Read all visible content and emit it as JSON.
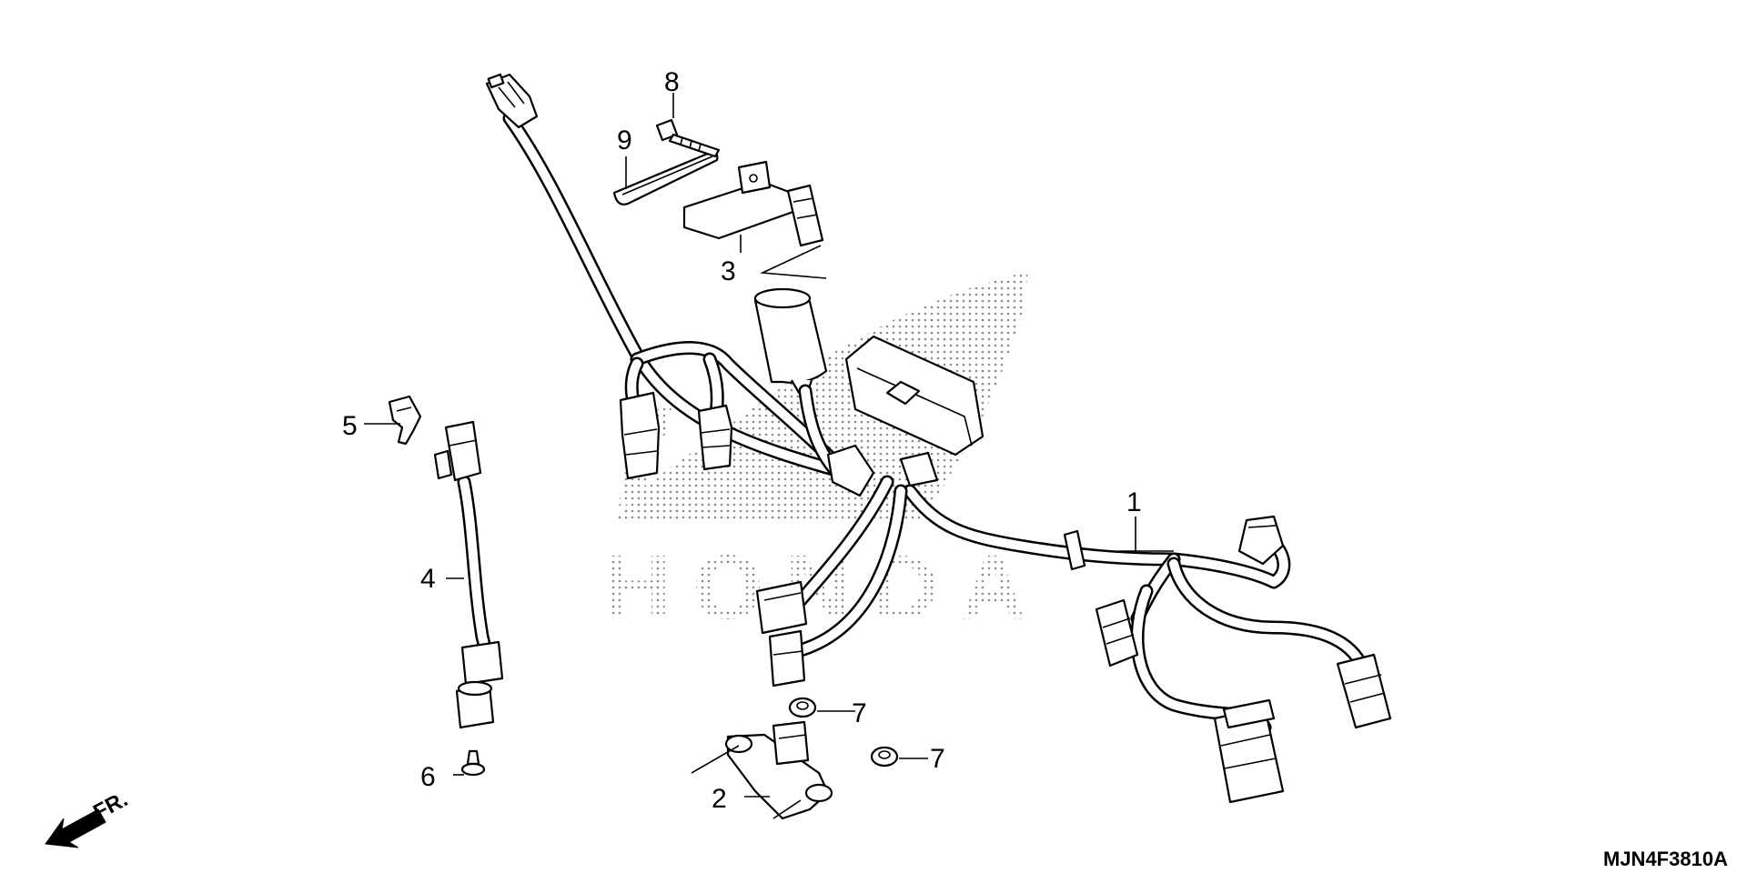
{
  "diagram": {
    "code": "MJN4F3810A",
    "direction_label": "FR."
  },
  "callouts": [
    {
      "id": "1",
      "label": "1"
    },
    {
      "id": "2",
      "label": "2"
    },
    {
      "id": "3",
      "label": "3"
    },
    {
      "id": "4",
      "label": "4"
    },
    {
      "id": "5",
      "label": "5"
    },
    {
      "id": "6",
      "label": "6"
    },
    {
      "id": "7a",
      "label": "7"
    },
    {
      "id": "7b",
      "label": "7"
    },
    {
      "id": "8",
      "label": "8"
    },
    {
      "id": "9",
      "label": "9"
    }
  ],
  "watermark": {
    "brand": "HONDA"
  }
}
